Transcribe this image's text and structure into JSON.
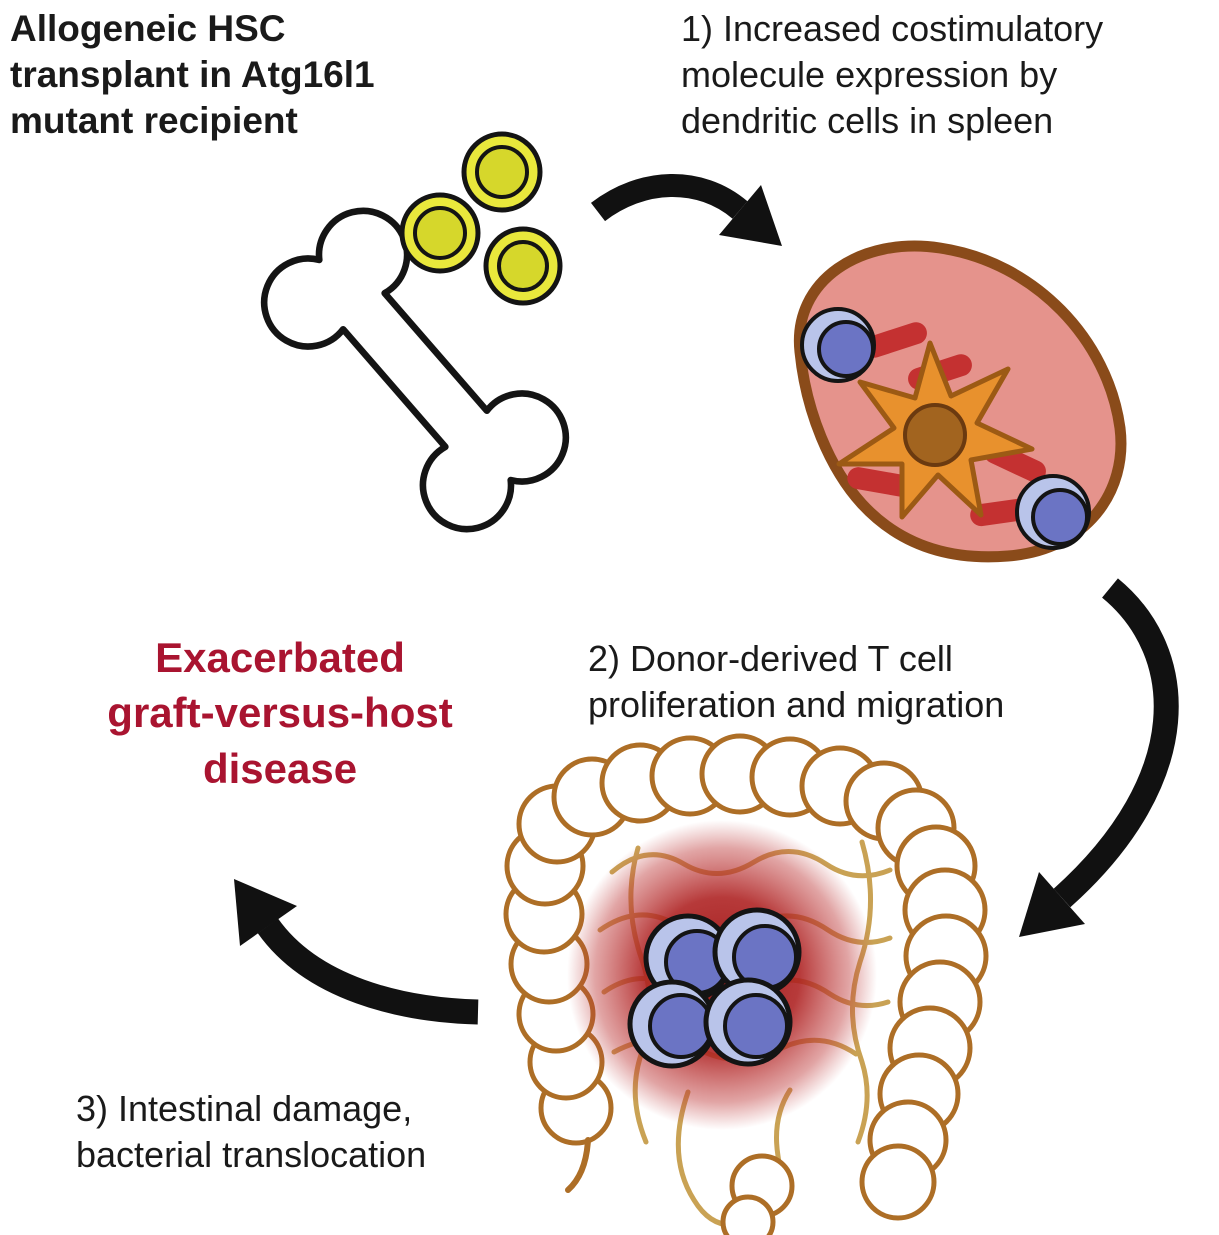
{
  "labels": {
    "transplant": "Allogeneic HSC\ntransplant in Atg16l1\nmutant recipient",
    "step1": "1) Increased costimulatory\nmolecule expression by\ndendritic cells in spleen",
    "step2": "2) Donor-derived T cell\nproliferation and migration",
    "step3": "3) Intestinal damage,\nbacterial translocation",
    "outcome": "Exacerbated\ngraft-versus-host\ndisease"
  },
  "illustrations": [
    "bone-icon",
    "hsc-cells-icon",
    "spleen-icon",
    "dendritic-cell-icon",
    "t-cell-icon",
    "bacteria-rod-icon",
    "intestine-icon",
    "inflammation-glow",
    "t-cell-cluster-icon",
    "curved-arrow-icon"
  ],
  "theme": {
    "outcome-color": "#a91430",
    "text-color": "#1a1a1a",
    "hsc-fill": "#e9e83c",
    "hsc-inner": "#d6d72b",
    "spleen-fill": "#e5938c",
    "spleen-stroke": "#8a4b1a",
    "dendritic-fill": "#e8912d",
    "dendritic-stroke": "#9c5a14",
    "dendritic-nucleus": "#a2641f",
    "tcell-outer": "#b9c4ea",
    "tcell-inner": "#6b74c4",
    "bacteria-color": "#c43131",
    "colon-stroke": "#ad6e26",
    "si-stroke": "#c9a254",
    "arrow-color": "#111111",
    "bg": "#ffffff"
  }
}
